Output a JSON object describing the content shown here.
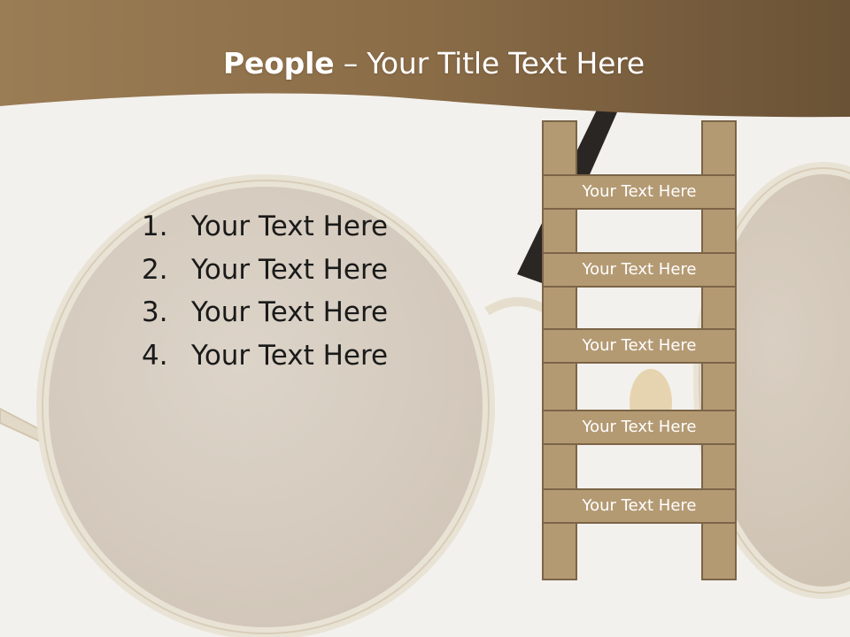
{
  "slide": {
    "title_bold": "People",
    "title_rest": " – Your Title Text Here"
  },
  "list": [
    {
      "num": "1.",
      "text": "Your Text Here"
    },
    {
      "num": "2.",
      "text": "Your Text Here"
    },
    {
      "num": "3.",
      "text": "Your Text Here"
    },
    {
      "num": "4.",
      "text": "Your Text Here"
    }
  ],
  "ladder": {
    "rungs": [
      "Your Text Here",
      "Your Text Here",
      "Your Text Here",
      "Your Text Here",
      "Your Text Here"
    ]
  },
  "colors": {
    "header_brown": "#8a6f4b",
    "ladder_fill": "#b49a73",
    "ladder_border": "#7b6447",
    "lens_tint": "#dcd3c8"
  }
}
